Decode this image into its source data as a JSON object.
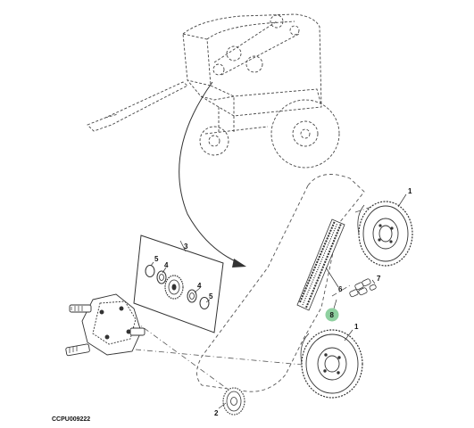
{
  "figure_id": "CCPU009222",
  "callouts": {
    "c1_top": "1",
    "c1_bottom": "1",
    "c2": "2",
    "c3": "3",
    "c4_left": "4",
    "c4_right": "4",
    "c5_left": "5",
    "c5_right": "5",
    "c6": "6",
    "c7": "7",
    "c8": "8"
  },
  "colors": {
    "line": "#333333",
    "dash": "#555555",
    "highlight_callout": "#8fd0a0"
  },
  "icons": {
    "arrow": "curved-arrow-icon",
    "baler": "round-baler-icon",
    "sprocket": "sprocket-icon",
    "chain": "roller-chain-icon",
    "gearbox": "gearbox-icon"
  }
}
